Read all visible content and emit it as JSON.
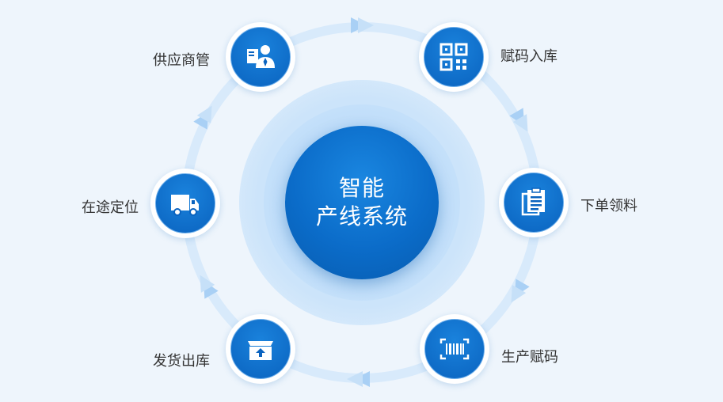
{
  "center": {
    "line1": "智能",
    "line2": "产线系统"
  },
  "steps": [
    {
      "label": "供应商管",
      "icon": "supplier-icon"
    },
    {
      "label": "赋码入库",
      "icon": "qr-code-icon"
    },
    {
      "label": "下单领料",
      "icon": "document-icon"
    },
    {
      "label": "生产赋码",
      "icon": "barcode-icon"
    },
    {
      "label": "发货出库",
      "icon": "box-upload-icon"
    },
    {
      "label": "在途定位",
      "icon": "truck-icon"
    }
  ],
  "colors": {
    "primary": "#0b6cc9",
    "ring": "#d4e8fb",
    "background": "#eef5fc"
  }
}
